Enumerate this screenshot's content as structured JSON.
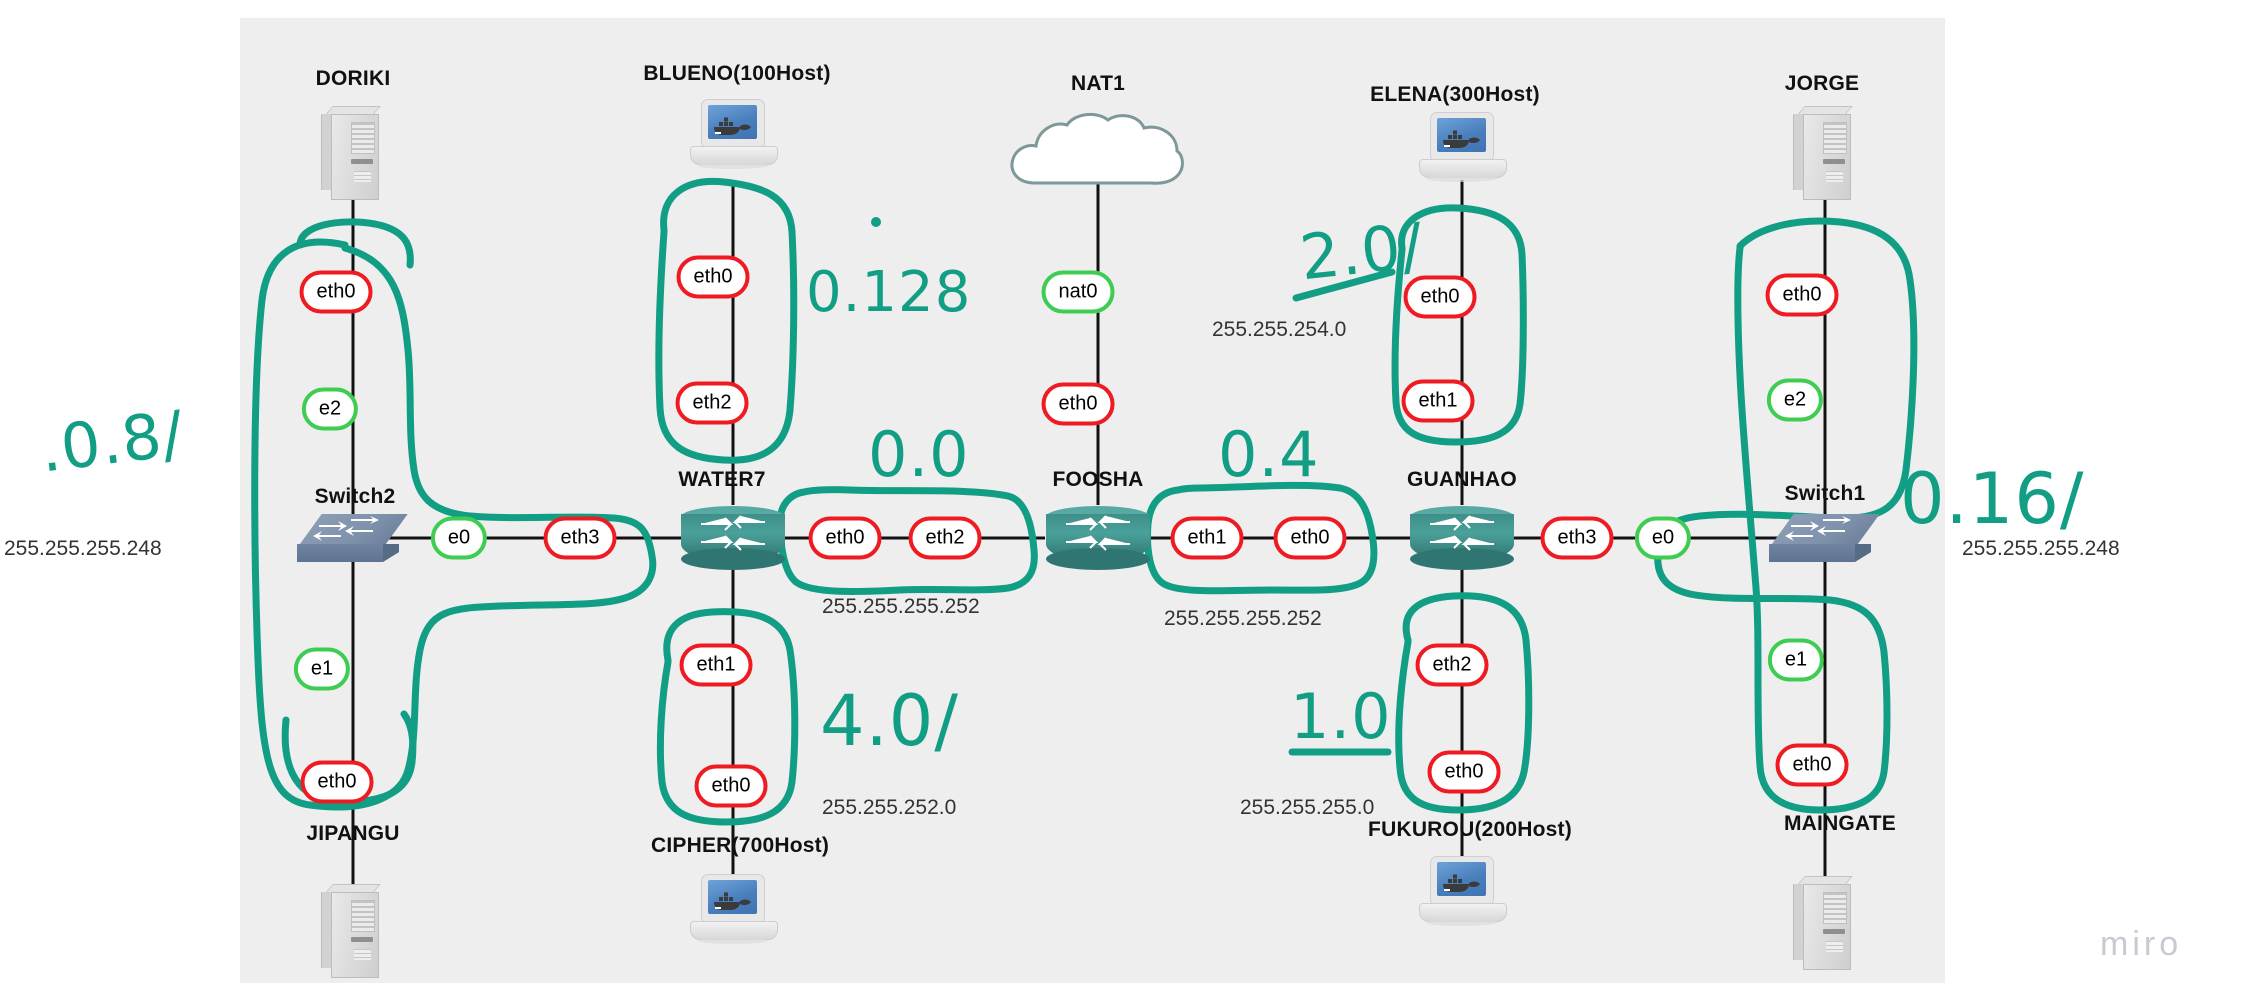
{
  "board": {
    "watermark": "miro",
    "accent_handwriting": "#119e84",
    "iface_red": "#ee1c22",
    "iface_green": "#3fcc52",
    "background": "#eeeeee"
  },
  "nodes": [
    {
      "id": "doriki",
      "label": "DORIKI",
      "icon": "server-icon"
    },
    {
      "id": "blueno",
      "label": "BLUENO(100Host)",
      "icon": "docker-laptop-icon"
    },
    {
      "id": "nat1",
      "label": "NAT1",
      "icon": "cloud-icon"
    },
    {
      "id": "elena",
      "label": "ELENA(300Host)",
      "icon": "docker-laptop-icon"
    },
    {
      "id": "jorge",
      "label": "JORGE",
      "icon": "server-icon"
    },
    {
      "id": "switch2",
      "label": "Switch2",
      "icon": "switch-icon"
    },
    {
      "id": "water7",
      "label": "WATER7",
      "icon": "router-icon"
    },
    {
      "id": "foosha",
      "label": "FOOSHA",
      "icon": "router-icon"
    },
    {
      "id": "guanhao",
      "label": "GUANHAO",
      "icon": "router-icon"
    },
    {
      "id": "switch1",
      "label": "Switch1",
      "icon": "switch-icon"
    },
    {
      "id": "jipangu",
      "label": "JIPANGU",
      "icon": "server-icon"
    },
    {
      "id": "cipher",
      "label": "CIPHER(700Host)",
      "icon": "docker-laptop-icon"
    },
    {
      "id": "fukurou",
      "label": "FUKUROU(200Host)",
      "icon": "docker-laptop-icon"
    },
    {
      "id": "maingate",
      "label": "MAINGATE",
      "icon": "server-icon"
    }
  ],
  "interfaces": [
    {
      "id": "doriki-eth0",
      "label": "eth0",
      "color": "red"
    },
    {
      "id": "switch2-e2",
      "label": "e2",
      "color": "green"
    },
    {
      "id": "switch2-e1",
      "label": "e1",
      "color": "green"
    },
    {
      "id": "jipangu-eth0",
      "label": "eth0",
      "color": "red"
    },
    {
      "id": "switch2-e0",
      "label": "e0",
      "color": "green"
    },
    {
      "id": "water7-eth3",
      "label": "eth3",
      "color": "red"
    },
    {
      "id": "blueno-eth0",
      "label": "eth0",
      "color": "red"
    },
    {
      "id": "water7-eth2",
      "label": "eth2",
      "color": "red"
    },
    {
      "id": "water7-eth1",
      "label": "eth1",
      "color": "red"
    },
    {
      "id": "cipher-eth0",
      "label": "eth0",
      "color": "red"
    },
    {
      "id": "water7-eth0",
      "label": "eth0",
      "color": "red"
    },
    {
      "id": "foosha-eth2",
      "label": "eth2",
      "color": "red"
    },
    {
      "id": "nat1-nat0",
      "label": "nat0",
      "color": "green"
    },
    {
      "id": "foosha-eth0",
      "label": "eth0",
      "color": "red"
    },
    {
      "id": "foosha-eth1",
      "label": "eth1",
      "color": "red"
    },
    {
      "id": "guanhao-eth0",
      "label": "eth0",
      "color": "red"
    },
    {
      "id": "elena-eth0",
      "label": "eth0",
      "color": "red"
    },
    {
      "id": "guanhao-eth1",
      "label": "eth1",
      "color": "red"
    },
    {
      "id": "guanhao-eth2",
      "label": "eth2",
      "color": "red"
    },
    {
      "id": "fukurou-eth0",
      "label": "eth0",
      "color": "red"
    },
    {
      "id": "guanhao-eth3",
      "label": "eth3",
      "color": "red"
    },
    {
      "id": "switch1-e0",
      "label": "e0",
      "color": "green"
    },
    {
      "id": "jorge-eth0",
      "label": "eth0",
      "color": "red"
    },
    {
      "id": "switch1-e2",
      "label": "e2",
      "color": "green"
    },
    {
      "id": "switch1-e1",
      "label": "e1",
      "color": "green"
    },
    {
      "id": "maingate-eth0",
      "label": "eth0",
      "color": "red"
    }
  ],
  "subnet_masks": [
    {
      "id": "mask-left",
      "text": "255.255.255.248"
    },
    {
      "id": "mask-elena",
      "text": "255.255.254.0"
    },
    {
      "id": "mask-water7-foosha",
      "text": "255.255.255.252"
    },
    {
      "id": "mask-foosha-guanhao",
      "text": "255.255.255.252"
    },
    {
      "id": "mask-cipher",
      "text": "255.255.252.0"
    },
    {
      "id": "mask-fukurou",
      "text": "255.255.255.0"
    },
    {
      "id": "mask-right",
      "text": "255.255.255.248"
    }
  ],
  "annotations": [
    {
      "id": "ann-left",
      "text": ".0.8/"
    },
    {
      "id": "ann-blueno",
      "text": "0.128"
    },
    {
      "id": "ann-water7-foosha",
      "text": "0.0"
    },
    {
      "id": "ann-foosha-guanhao",
      "text": "0.4"
    },
    {
      "id": "ann-elena",
      "text": "2.0/"
    },
    {
      "id": "ann-cipher",
      "text": "4.0/"
    },
    {
      "id": "ann-fukurou",
      "text": "1.0"
    },
    {
      "id": "ann-right",
      "text": "0.16/"
    }
  ]
}
